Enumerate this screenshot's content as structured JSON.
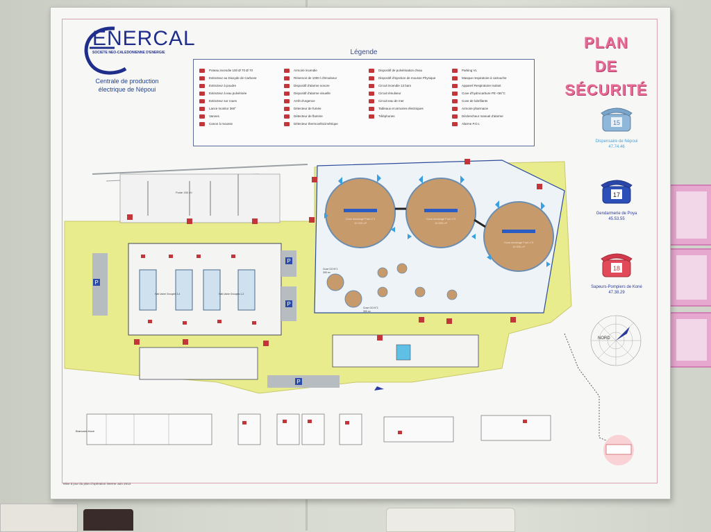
{
  "logo": {
    "name": "ENERCAL",
    "tagline": "SOCIETE NEO-CALEDONIENNE D'ENERGIE"
  },
  "plant": {
    "name": "Centrale de production électrique de Népoui"
  },
  "legend": {
    "title": "Légende",
    "items": [
      "Poteau incendie 100 Ø 70 Ø 70",
      "Extincteur au Dioxyde de Carbone",
      "Extincteur à poudre",
      "Extincteur à eau pulvérisée",
      "Extincteur sur roues",
      "Lance monitor 360°",
      "Vannes",
      "Canon à mousse",
      "Armoire incendie",
      "Réservoir de 1000 l d'émulseur",
      "Dispositif d'alarme sonore",
      "Dispositif d'alarme visuelle",
      "Arrêt d'urgence",
      "Détecteur de fumée",
      "Détecteur de flamme",
      "Détecteur thermovélocimétrique",
      "Dispositif de pulvérisation d'eau",
      "Dispositif d'injection de mousse Physique",
      "Circuit incendie 13 bars",
      "Circuit émulseur",
      "Circuit eau de mer",
      "Tableaux et armoires électriques",
      "Téléphones",
      "Parking VL",
      "Masque respiratoire à cartouche",
      "Appareil Respiratoire Isolant",
      "Cuve d'hydrocarbure PE <55°C",
      "Cuve de lubrifiants",
      "Armoire pharmacie",
      "Déclencheur manuel d'alarme",
      "Alarme P.O.I."
    ]
  },
  "title": {
    "line1": "PLAN",
    "line2": "DE",
    "line3": "SÉCURITÉ"
  },
  "contacts": [
    {
      "number_icon": "15",
      "label": "Dispensaire de Népoui",
      "phone": "47.74.46"
    },
    {
      "number_icon": "17",
      "label": "Gendarmerie de Poya",
      "phone": "45.53.55"
    },
    {
      "number_icon": "18",
      "label": "Sapeurs-Pompiers de Koné",
      "phone": "47.38.29"
    }
  ],
  "compass": {
    "label": "NORD"
  },
  "map": {
    "poste_label": "Poste 150 kV",
    "parking": "P",
    "tanks": [
      {
        "label": "Cuve stockage Fuel n°1",
        "volume": "10 000 m³"
      },
      {
        "label": "Cuve stockage Fuel n°2",
        "volume": "10 000 m³"
      },
      {
        "label": "Cuve stockage Fuel n°3",
        "volume": "10 000 m³"
      }
    ],
    "small_tanks": [
      {
        "label": "Cuve GO N°1",
        "volume": "300 m³"
      },
      {
        "label": "Cuve GO N°2",
        "volume": "300 m³"
      }
    ],
    "halls": [
      "Hall Usine Groupes 3-4",
      "Hall Usine Groupes 1-2"
    ]
  },
  "bottom_plans": [
    "Brancard étuve",
    "",
    "",
    "",
    "",
    ""
  ],
  "footer": {
    "text": "Mise à jour du plan d'opération interne Juin 2013"
  },
  "colors": {
    "title_pink": "#e76b97",
    "logo_blue": "#1f2e8a",
    "ground_yellow": "#e8ec8c",
    "tank_brown": "#c79a6c",
    "marker_red": "#c2363a",
    "marker_blue": "#3aa0e0"
  }
}
